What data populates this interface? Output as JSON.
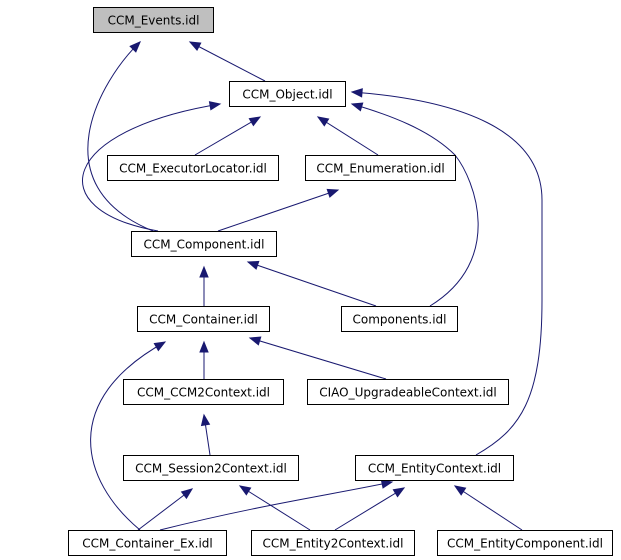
{
  "diagram": {
    "nodes": [
      {
        "id": "events",
        "label": "CCM_Events.idl",
        "highlighted": true
      },
      {
        "id": "object",
        "label": "CCM_Object.idl"
      },
      {
        "id": "execloc",
        "label": "CCM_ExecutorLocator.idl"
      },
      {
        "id": "enumeration",
        "label": "CCM_Enumeration.idl"
      },
      {
        "id": "component",
        "label": "CCM_Component.idl"
      },
      {
        "id": "container",
        "label": "CCM_Container.idl"
      },
      {
        "id": "components",
        "label": "Components.idl"
      },
      {
        "id": "ccm2ctx",
        "label": "CCM_CCM2Context.idl"
      },
      {
        "id": "upgctx",
        "label": "CIAO_UpgradeableContext.idl"
      },
      {
        "id": "session2",
        "label": "CCM_Session2Context.idl"
      },
      {
        "id": "entityctx",
        "label": "CCM_EntityContext.idl"
      },
      {
        "id": "containerex",
        "label": "CCM_Container_Ex.idl"
      },
      {
        "id": "entity2ctx",
        "label": "CCM_Entity2Context.idl"
      },
      {
        "id": "entitycomp",
        "label": "CCM_EntityComponent.idl"
      }
    ],
    "edges": [
      {
        "from": "object",
        "to": "events"
      },
      {
        "from": "component",
        "to": "events"
      },
      {
        "from": "execloc",
        "to": "object"
      },
      {
        "from": "enumeration",
        "to": "object"
      },
      {
        "from": "component",
        "to": "object"
      },
      {
        "from": "components",
        "to": "object"
      },
      {
        "from": "entityctx",
        "to": "object"
      },
      {
        "from": "component",
        "to": "enumeration"
      },
      {
        "from": "container",
        "to": "component"
      },
      {
        "from": "components",
        "to": "component"
      },
      {
        "from": "ccm2ctx",
        "to": "container"
      },
      {
        "from": "upgctx",
        "to": "container"
      },
      {
        "from": "containerex",
        "to": "container"
      },
      {
        "from": "session2",
        "to": "ccm2ctx"
      },
      {
        "from": "containerex",
        "to": "session2"
      },
      {
        "from": "entity2ctx",
        "to": "session2"
      },
      {
        "from": "containerex",
        "to": "entityctx"
      },
      {
        "from": "entity2ctx",
        "to": "entityctx"
      },
      {
        "from": "entitycomp",
        "to": "entityctx"
      }
    ]
  }
}
